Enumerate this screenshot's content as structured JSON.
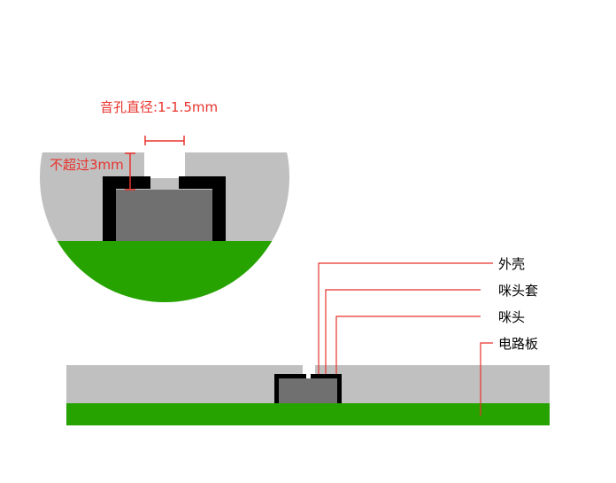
{
  "annotations": {
    "hole_diameter": "音孔直径:1-1.5mm",
    "max_depth": "不超过3mm"
  },
  "callouts": {
    "shell": "外壳",
    "mic_sleeve": "咪头套",
    "mic": "咪头",
    "pcb": "电路板"
  },
  "colors": {
    "shell_gray": "#c0c0c0",
    "pcb_green": "#27a300",
    "mic_body": "#707070",
    "sleeve": "#000000",
    "leader_red": "#e8322c"
  }
}
